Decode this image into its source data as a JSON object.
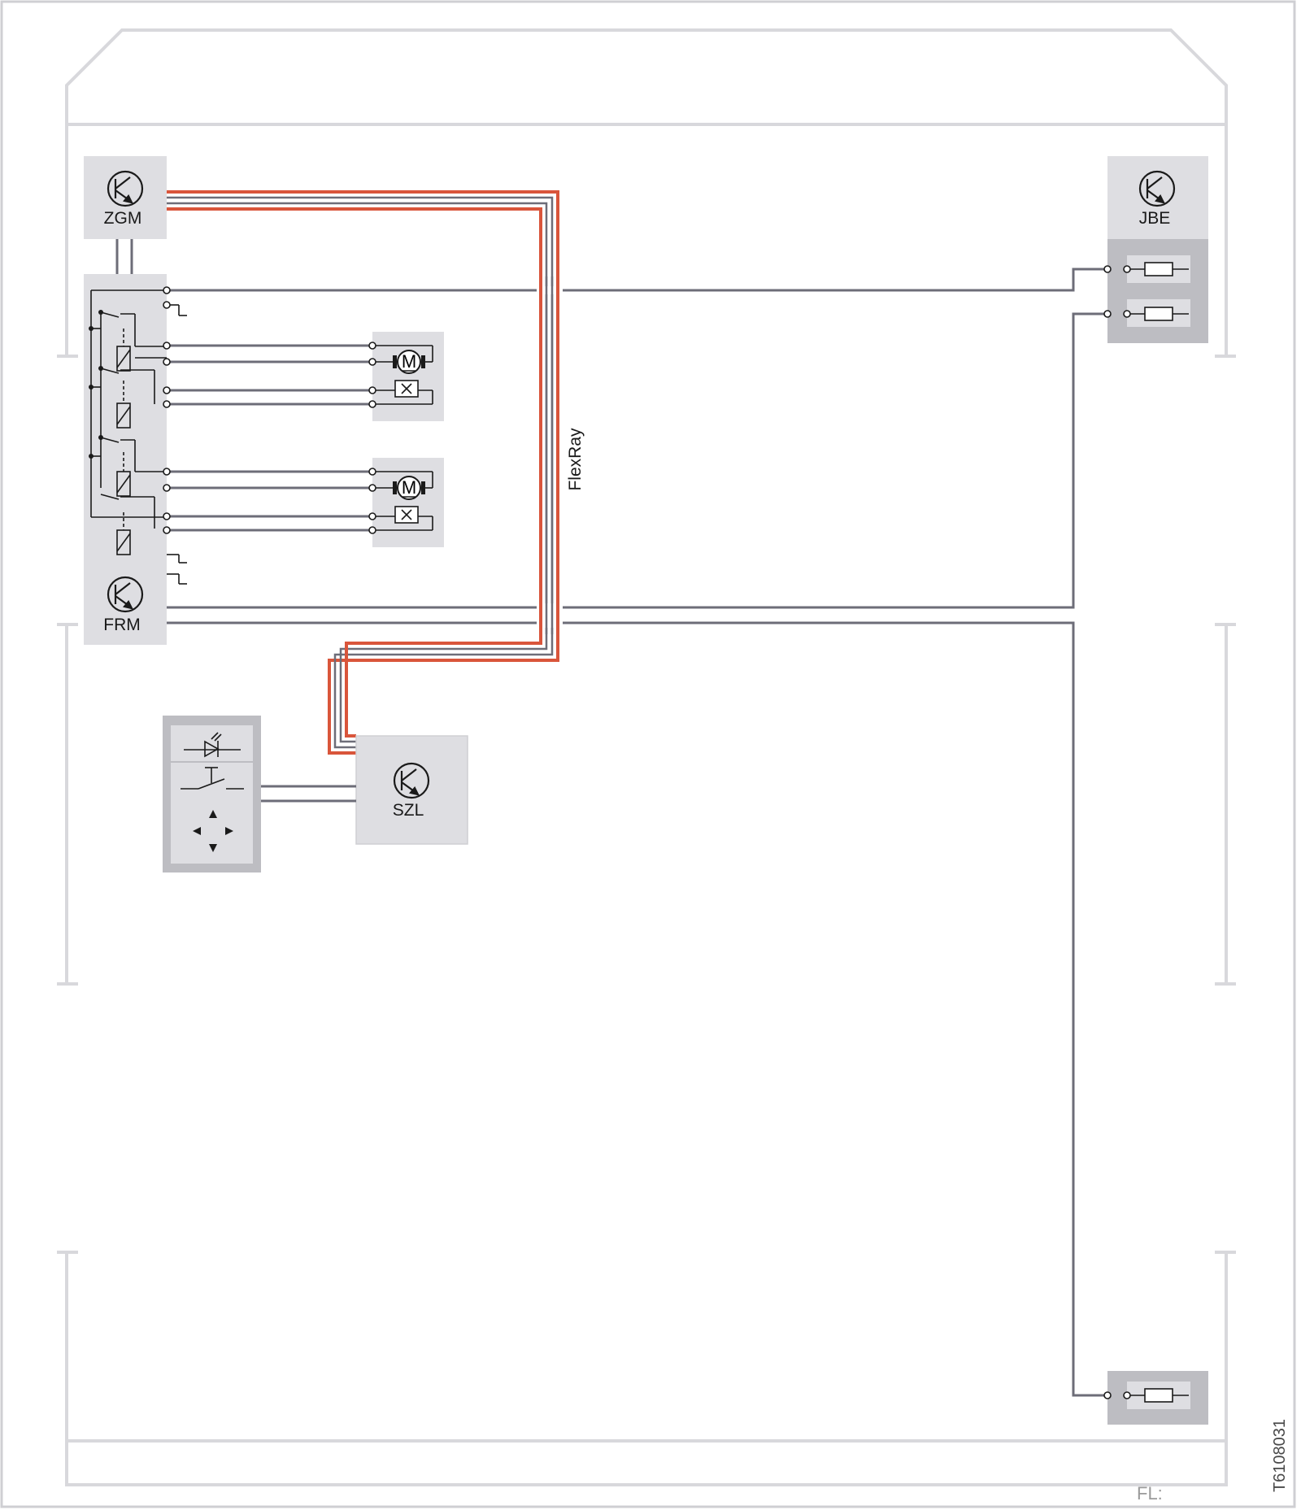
{
  "modules": {
    "zgm": "ZGM",
    "jbe": "JBE",
    "frm": "FRM",
    "szl": "SZL"
  },
  "bus": {
    "flexray": "FlexRay",
    "color": "#d9553b"
  },
  "symbols": {
    "motor": "M"
  },
  "footer": {
    "fl": "FL:",
    "doc_id": "T6108031"
  },
  "colors": {
    "wire": "#6d6d78",
    "box": "#dedee2",
    "frame": "#cfcfd3"
  }
}
